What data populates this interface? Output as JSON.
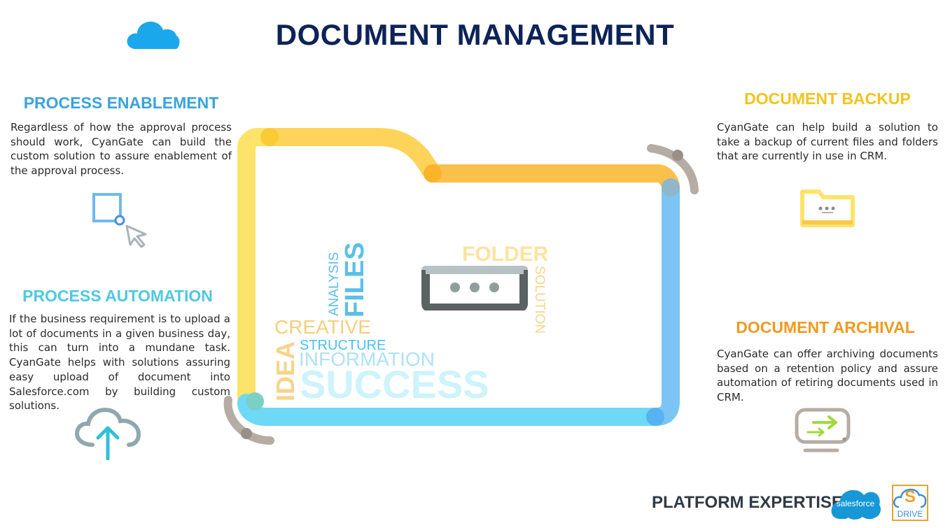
{
  "title": "DOCUMENT MANAGEMENT",
  "sections": {
    "process_enablement": {
      "title": "PROCESS ENABLEMENT",
      "text": "Regardless of how the approval process should work, CyanGate can build the custom solution to assure enablement of the approval process.",
      "icon": "select-cursor-icon"
    },
    "process_automation": {
      "title": "PROCESS AUTOMATION",
      "text": "If the business requirement is to upload a lot of documents in a given business day, this can turn into a mundane task. CyanGate helps with solutions assuring easy upload of document into Salesforce.com by building custom solutions.",
      "icon": "cloud-upload-icon"
    },
    "document_backup": {
      "title": "DOCUMENT BACKUP",
      "text": "CyanGate can help build a solution to take a backup of current files and folders that are currently in use in CRM.",
      "icon": "folder-icon"
    },
    "document_archival": {
      "title": "DOCUMENT ARCHIVAL",
      "text": "CyanGate can offer archiving documents based on a retention policy and assure automation of retiring documents used in CRM.",
      "icon": "archive-monitor-icon"
    }
  },
  "word_cloud": {
    "folder": "FOLDER",
    "solution": "SOLUTION",
    "analysis": "ANALYSIS",
    "files": "FILES",
    "creative": "CREATIVE",
    "structure": "STRUCTURE",
    "information": "INFORMATION",
    "idea": "IDEA",
    "success": "SUCCESS"
  },
  "footer": {
    "platform_label": "PLATFORM EXPERTISE",
    "salesforce_logo": "salesforce",
    "sdrive_logo_letter": "S",
    "sdrive_logo_text": "DRIVE"
  },
  "colors": {
    "title": "#0d2358",
    "yellow": "#fde36a",
    "orange_yellow": "#f9c84a",
    "blue": "#7cc4f4",
    "cyan": "#6ed9f7",
    "grey": "#b5aca4"
  }
}
